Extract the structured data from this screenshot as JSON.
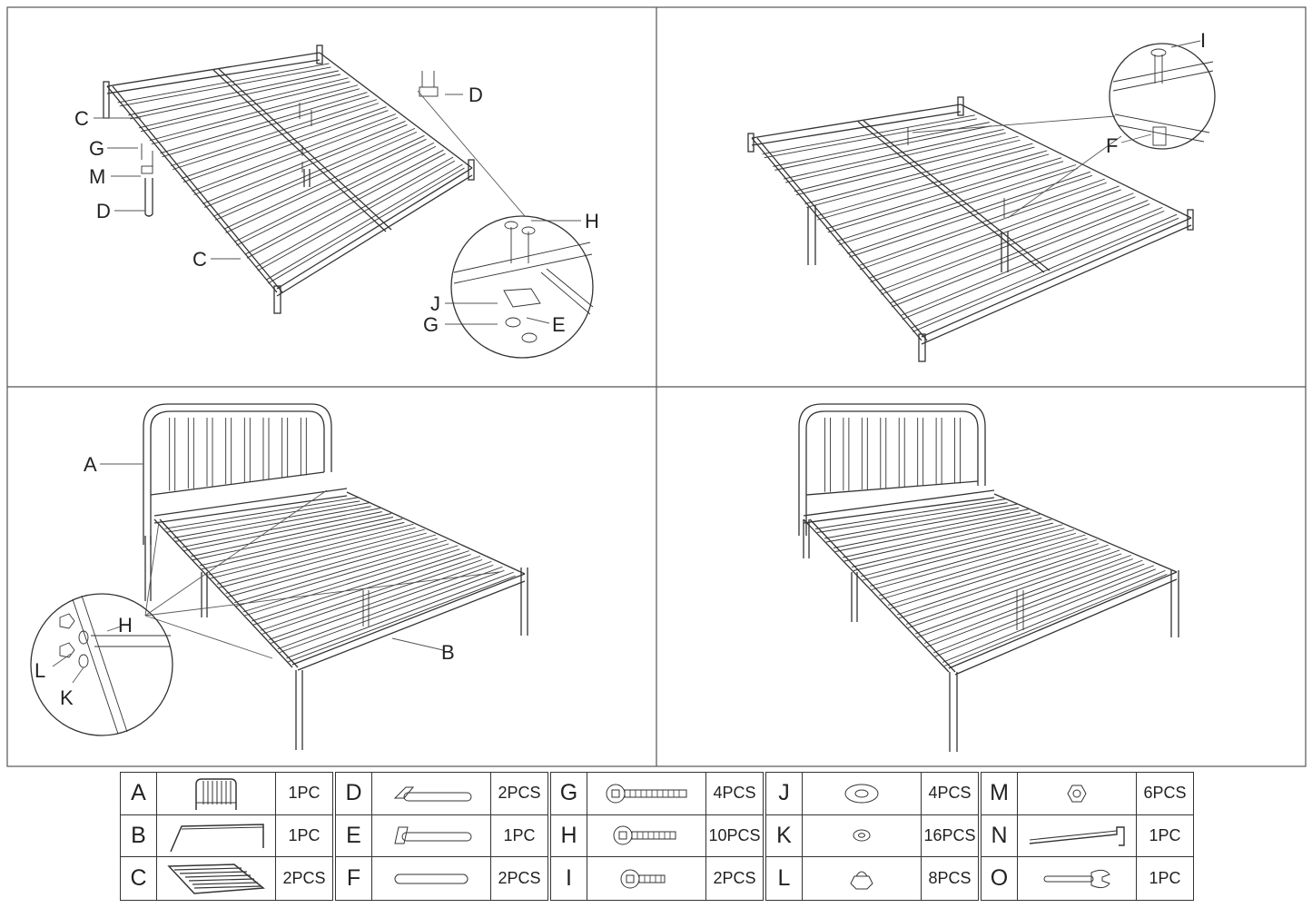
{
  "panel1": {
    "labels": {
      "c_top": "C",
      "g": "G",
      "m": "M",
      "d_left": "D",
      "d_right": "D",
      "c_bottom": "C",
      "h": "H",
      "j": "J",
      "g2": "G",
      "e": "E"
    }
  },
  "panel2": {
    "labels": {
      "i": "I",
      "f": "F"
    }
  },
  "panel3": {
    "labels": {
      "a": "A",
      "b": "B",
      "h": "H",
      "l": "L",
      "k": "K"
    }
  },
  "parts": [
    [
      {
        "letter": "A",
        "qty": "1PC",
        "icon": "headboard-icon"
      },
      {
        "letter": "B",
        "qty": "1PC",
        "icon": "footboard-rail-icon"
      },
      {
        "letter": "C",
        "qty": "2PCS",
        "icon": "slat-frame-icon"
      }
    ],
    [
      {
        "letter": "D",
        "qty": "2PCS",
        "icon": "bracket-leg-icon"
      },
      {
        "letter": "E",
        "qty": "1PC",
        "icon": "plate-leg-icon"
      },
      {
        "letter": "F",
        "qty": "2PCS",
        "icon": "support-leg-icon"
      }
    ],
    [
      {
        "letter": "G",
        "qty": "4PCS",
        "icon": "long-bolt-icon"
      },
      {
        "letter": "H",
        "qty": "10PCS",
        "icon": "medium-bolt-icon"
      },
      {
        "letter": "I",
        "qty": "2PCS",
        "icon": "short-bolt-icon"
      }
    ],
    [
      {
        "letter": "J",
        "qty": "4PCS",
        "icon": "large-washer-icon"
      },
      {
        "letter": "K",
        "qty": "16PCS",
        "icon": "small-washer-icon"
      },
      {
        "letter": "L",
        "qty": "8PCS",
        "icon": "cap-nut-icon"
      }
    ],
    [
      {
        "letter": "M",
        "qty": "6PCS",
        "icon": "hex-nut-icon"
      },
      {
        "letter": "N",
        "qty": "1PC",
        "icon": "allen-key-icon"
      },
      {
        "letter": "O",
        "qty": "1PC",
        "icon": "wrench-icon"
      }
    ]
  ]
}
